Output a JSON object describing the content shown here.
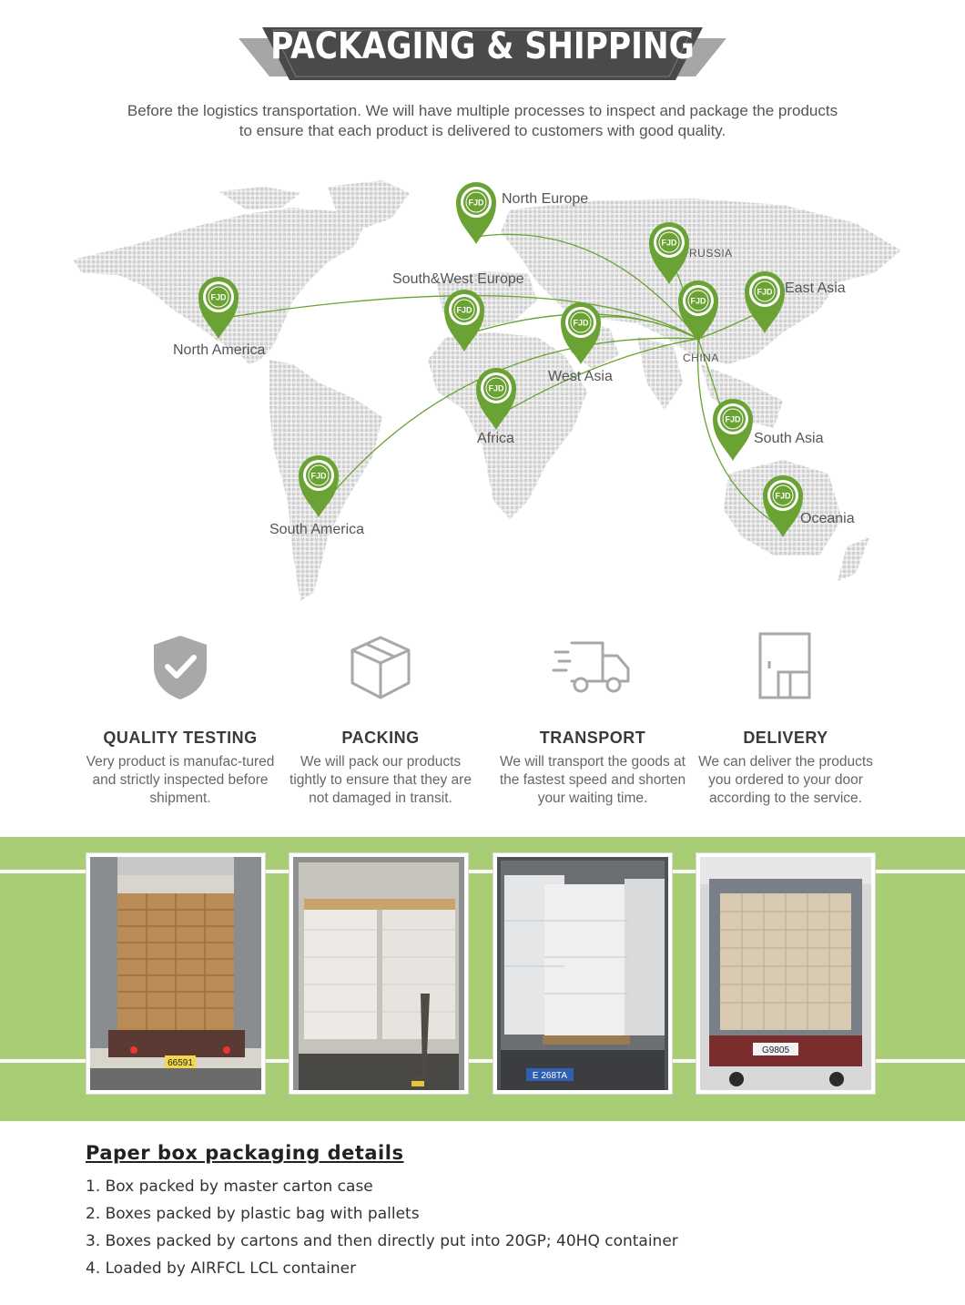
{
  "header": {
    "title": "PACKAGING & SHIPPING",
    "intro_line1": "Before the logistics transportation. We will have multiple processes to inspect and package the products",
    "intro_line2": "to ensure that each product is delivered to customers with good quality."
  },
  "map": {
    "accent_color": "#6aa333",
    "hub_label": "CHINA",
    "places": {
      "north_europe": "North Europe",
      "russia": "RUSSIA",
      "south_west_europe": "South&West Europe",
      "east_asia": "East Asia",
      "north_america": "North America",
      "west_asia": "West Asia",
      "africa": "Africa",
      "south_asia": "South Asia",
      "south_america": "South America",
      "oceania": "Oceania"
    }
  },
  "features": [
    {
      "icon": "shield-check-icon",
      "title": "QUALITY TESTING",
      "text": "Very product is manufac-tured and strictly inspected before shipment."
    },
    {
      "icon": "box-icon",
      "title": "PACKING",
      "text": "We will pack our products tightly to ensure that they are not damaged in transit."
    },
    {
      "icon": "truck-icon",
      "title": "TRANSPORT",
      "text": "We will transport the goods at the fastest speed and shorten your waiting time."
    },
    {
      "icon": "door-icon",
      "title": "DELIVERY",
      "text": "We can deliver the products you ordered to your door according to the service."
    }
  ],
  "photos": {
    "band_color": "#a9cd74",
    "plates": [
      "66591",
      "",
      "E 268TA",
      "G9805"
    ]
  },
  "details": {
    "title": "Paper box packaging details",
    "items": [
      "1. Box packed by master carton case",
      "2. Boxes packed by plastic bag with pallets",
      "3. Boxes packed by cartons and then directly put into 20GP; 40HQ container",
      "4. Loaded by AIRFCL LCL container"
    ]
  }
}
